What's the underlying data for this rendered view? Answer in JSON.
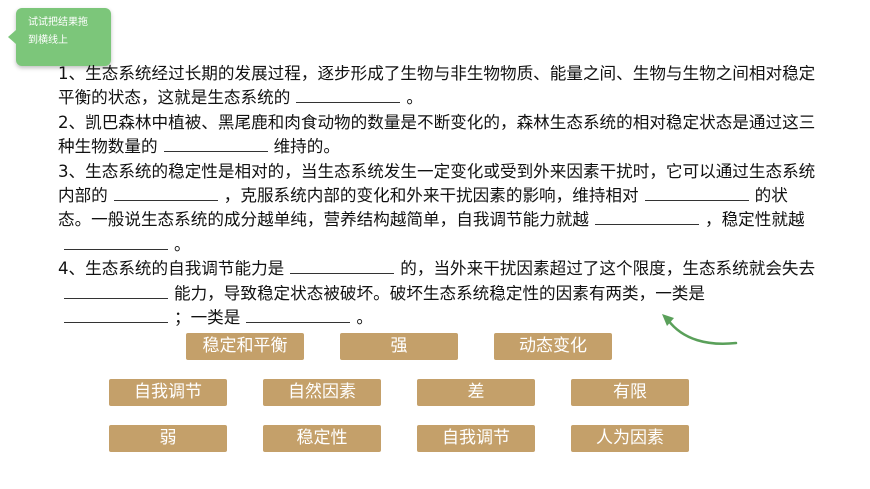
{
  "hint": {
    "line1": "试试把结果拖",
    "line2": "到横线上"
  },
  "paragraphs": {
    "p1_a": "1、生态系统经过长期的发展过程，逐步形成了生物与非生物物质、能量之间、生物与生物之间相对稳定平衡的状态，这就是生态系统的",
    "p1_b": "。",
    "p2_a": "2、凯巴森林中植被、黑尾鹿和肉食动物的数量是不断变化的，森林生态系统的相对稳定状态是通过这三种生物数量的",
    "p2_b": "维持的。",
    "p3_a": "3、生态系统的稳定性是相对的，当生态系统发生一定变化或受到外来因素干扰时，它可以通过生态系统内部的",
    "p3_b": "，克服系统内部的变化和外来干扰因素的影响，维持相对",
    "p3_c": "的状态。一般说生态系统的成分越单纯，营养结构越简单，自我调节能力就越",
    "p3_d": "，稳定性就越",
    "p3_e": "。",
    "p4_a": "4、生态系统的自我调节能力是",
    "p4_b": "的，当外来干扰因素超过了这个限度，生态系统就会失去",
    "p4_c": "能力，导致稳定状态被破坏。破坏生态系统稳定性的因素有两类，一类是",
    "p4_d": "；一类是",
    "p4_e": "。"
  },
  "cards": {
    "c1": "稳定和平衡",
    "c2": "强",
    "c3": "动态变化",
    "c4": "自我调节",
    "c5": "自然因素",
    "c6": "差",
    "c7": "有限",
    "c8": "弱",
    "c9": "稳定性",
    "c10": "自我调节",
    "c11": "人为因素"
  },
  "colors": {
    "card": "#c4a06a",
    "hint": "#7cc67a",
    "arrow": "#5aa05a"
  },
  "icons": {
    "arrow": "curved-arrow-icon"
  }
}
